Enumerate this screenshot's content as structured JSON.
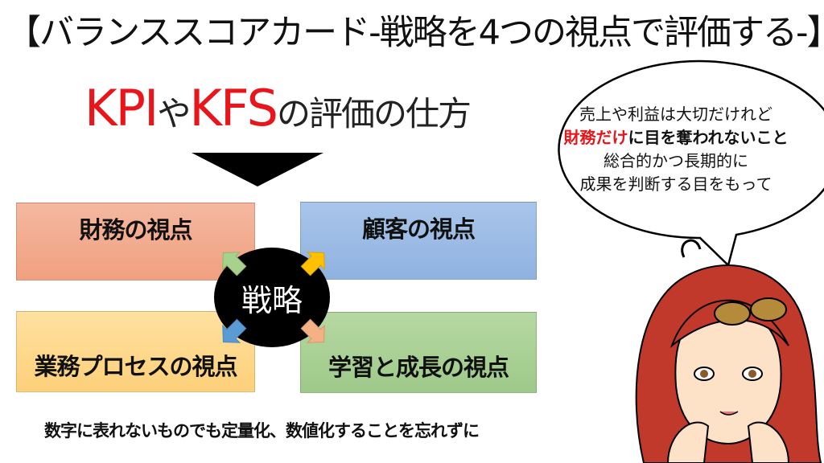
{
  "title": "【バランススコアカード-戦略を4つの視点で評価する-】",
  "subtitle": {
    "kpi": "KPI",
    "ya": "や",
    "kfs": "KFS",
    "rest": "の評価の仕方"
  },
  "center": "戦略",
  "perspectives": {
    "financial": "財務の視点",
    "customer": "顧客の視点",
    "process": "業務プロセスの視点",
    "learning": "学習と成長の視点"
  },
  "note": "数字に表れないものでも定量化、数値化することを忘れずに",
  "speech": {
    "line1": "売上や利益は大切だけれど",
    "line2_red": "財務だけ",
    "line2_rest": "に目を奪われないこと",
    "line3": "総合的かつ長期的に",
    "line4": "成果を判断する目をもって"
  },
  "colors": {
    "accent_red": "#e8161b",
    "financial": "#f1a07f",
    "customer": "#8fb2e0",
    "process": "#fdd07a",
    "learning": "#9ec98a"
  }
}
